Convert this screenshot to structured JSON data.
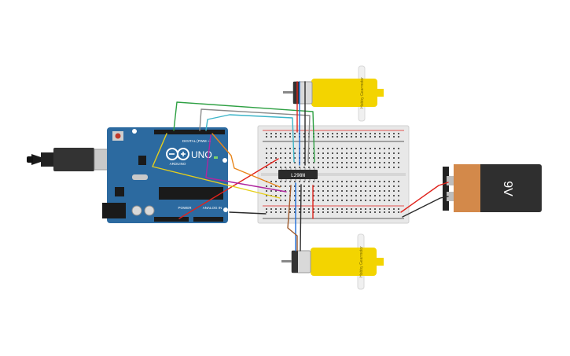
{
  "colors": {
    "background": "#ffffff",
    "arduino_board": "#2c6aa0",
    "breadboard": "#e8e8e8",
    "motor_yellow": "#f3d400",
    "battery_body": "#2f2f2f",
    "battery_label": "#d3894a",
    "wire_red": "#e0231c",
    "wire_black": "#2b2b2b",
    "wire_green": "#2ea043",
    "wire_gray": "#8a8a8a",
    "wire_cyan": "#3cb4c8",
    "wire_blue": "#1e6fd9",
    "wire_orange": "#e8851a",
    "wire_magenta": "#b0279f",
    "wire_yellow": "#e6cf1b",
    "wire_brown": "#a05a2c"
  },
  "arduino": {
    "model_label": "UNO",
    "brand_label": "ARDUINO",
    "digital_header_label": "DIGITAL (PWM ~)",
    "power_header_label": "POWER",
    "analog_header_label": "ANALOG IN"
  },
  "driver_ic": {
    "label": "L298N"
  },
  "motor_top": {
    "label": "Hobby Gearmotor"
  },
  "motor_bottom": {
    "label": "Hobby Gearmotor"
  },
  "battery": {
    "label": "9V"
  }
}
